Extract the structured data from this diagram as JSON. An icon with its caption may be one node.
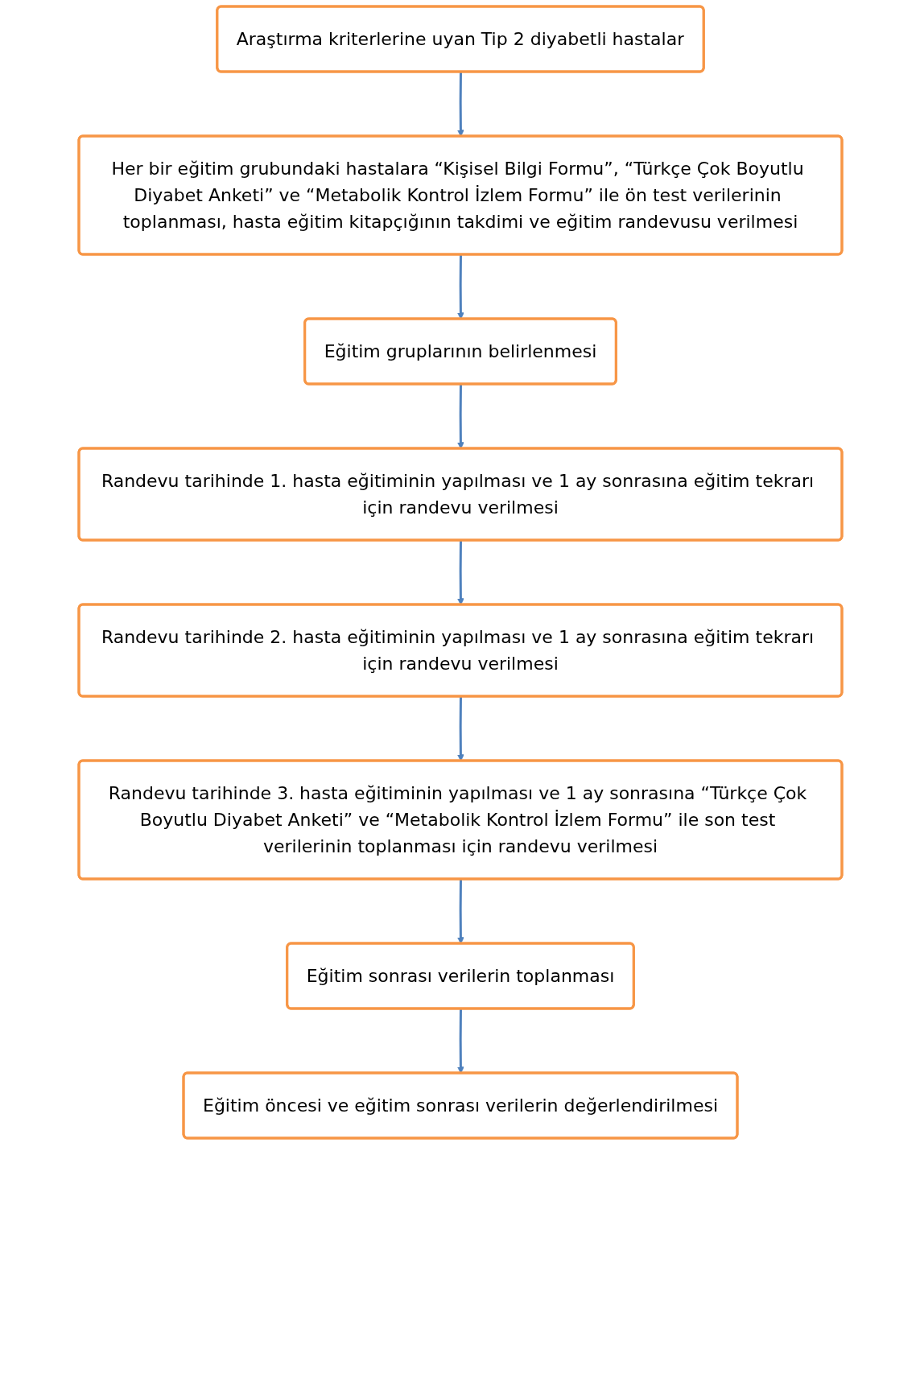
{
  "diagram": {
    "nodes": [
      {
        "text": [
          "Araştırma kriterlerine uyan Tip 2 diyabetli hastalar"
        ]
      },
      {
        "text": [
          "Her bir eğitim grubundaki hastalara “Kişisel Bilgi Formu”, “Türkçe Çok Boyutlu Diyabet Anketi” ve “Metabolik Kontrol İzlem Formu” ile ön test verilerinin toplanması, hasta eğitim kitapçığının takdimi ve eğitim randevusu verilmesi"
        ]
      },
      {
        "text": [
          "Eğitim gruplarının belirlenmesi"
        ]
      },
      {
        "text": [
          "Randevu tarihinde 1. hasta eğitiminin yapılması ve 1 ay sonrasına eğitim tekrarı için randevu verilmesi"
        ]
      },
      {
        "text": [
          "Randevu tarihinde 2. hasta eğitiminin yapılması ve 1 ay sonrasına eğitim tekrarı için randevu verilmesi"
        ]
      },
      {
        "text": [
          "Randevu tarihinde 3. hasta eğitiminin yapılması ve 1 ay sonrasına “Türkçe Çok Boyutlu Diyabet Anketi” ve “Metabolik Kontrol İzlem Formu” ile son test verilerinin toplanması için randevu verilmesi"
        ]
      },
      {
        "text": [
          "Eğitim sonrası verilerin toplanması"
        ]
      },
      {
        "text": [
          "Eğitim öncesi ve eğitim sonrası verilerin değerlendirilmesi"
        ]
      }
    ],
    "edges": [
      {
        "from": 0,
        "to": 1,
        "arrow": "to"
      },
      {
        "from": 1,
        "to": 2,
        "arrow": "to"
      },
      {
        "from": 2,
        "to": 3,
        "arrow": "to"
      },
      {
        "from": 3,
        "to": 4,
        "arrow": "to"
      },
      {
        "from": 4,
        "to": 5,
        "arrow": "to"
      },
      {
        "from": 5,
        "to": 6,
        "arrow": "to"
      },
      {
        "from": 6,
        "to": 7,
        "arrow": "to"
      }
    ]
  }
}
